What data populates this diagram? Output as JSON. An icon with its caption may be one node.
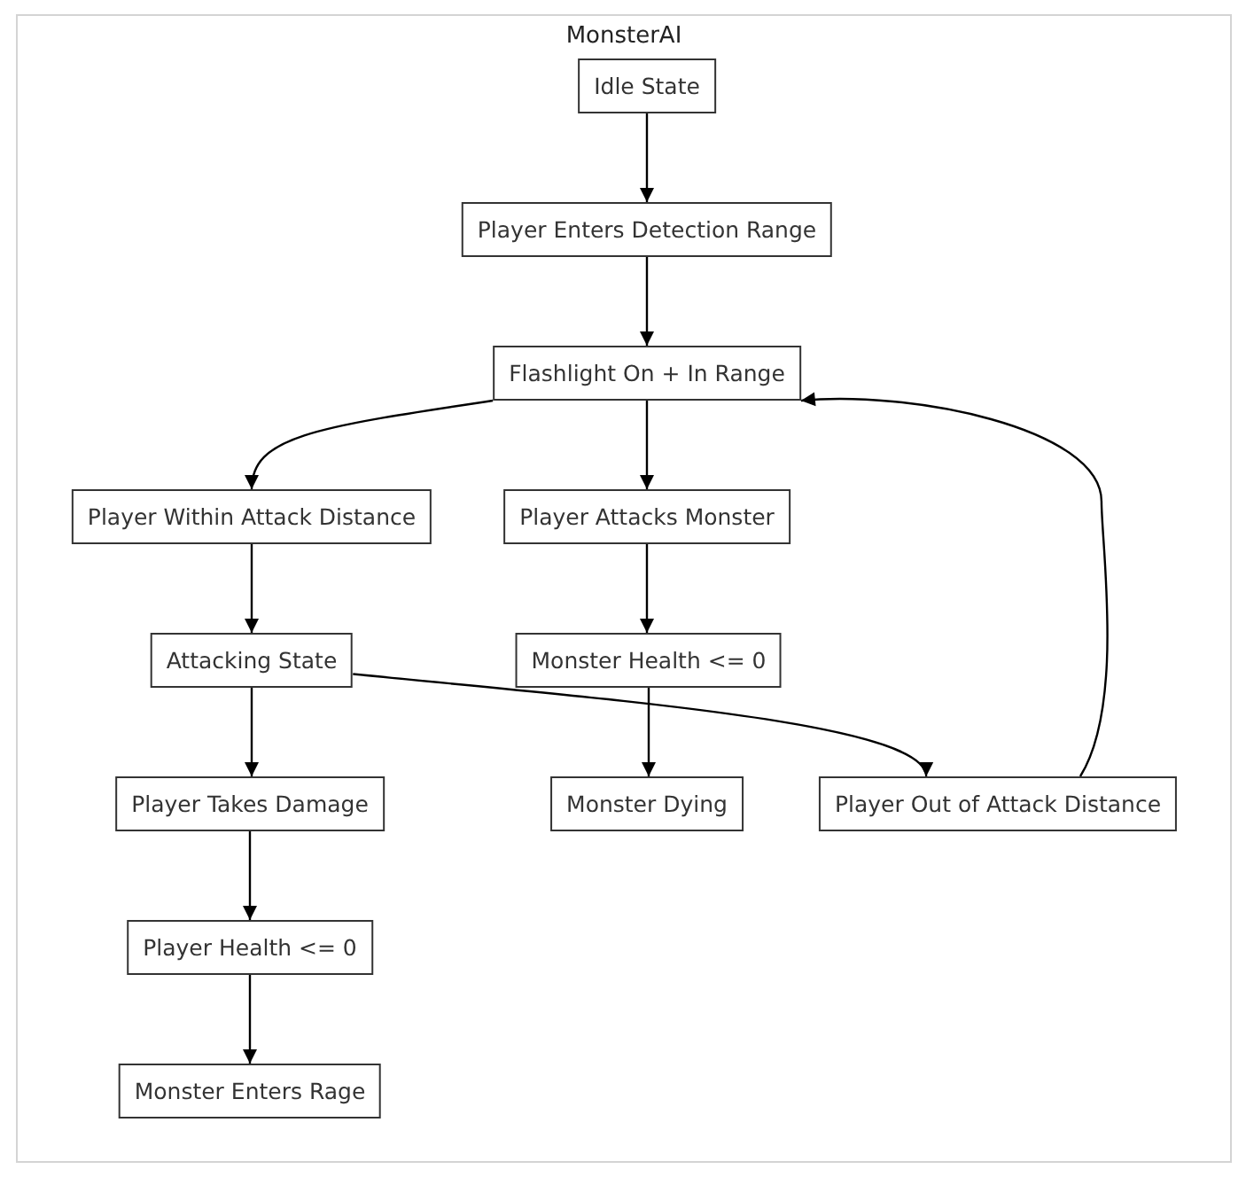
{
  "diagram": {
    "nodes": [
      {
        "text": [
          "MonsterAI"
        ]
      },
      {
        "text": [
          "Idle State"
        ],
        "in": 0
      },
      {
        "text": [
          "Player Enters Detection Range"
        ],
        "in": 0
      },
      {
        "text": [
          "Flashlight On + In Range"
        ],
        "in": 0
      },
      {
        "text": [
          "Player Within Attack Distance"
        ],
        "in": 0
      },
      {
        "text": [
          "Player Attacks Monster"
        ],
        "in": 0
      },
      {
        "text": [
          "Attacking State"
        ],
        "in": 0
      },
      {
        "text": [
          "Monster Health <= 0"
        ],
        "in": 0
      },
      {
        "text": [
          "Player Takes Damage"
        ],
        "in": 0
      },
      {
        "text": [
          "Monster Dying"
        ],
        "in": 0
      },
      {
        "text": [
          "Player Out of Attack Distance"
        ],
        "in": 0
      },
      {
        "text": [
          "Player Health <= 0"
        ],
        "in": 0
      },
      {
        "text": [
          "Monster Enters Rage"
        ],
        "in": 0
      }
    ],
    "edges": [
      {
        "from": 1,
        "to": 2,
        "arrow": "to"
      },
      {
        "from": 2,
        "to": 3,
        "arrow": "to"
      },
      {
        "from": 3,
        "to": 4,
        "arrow": "to"
      },
      {
        "from": 3,
        "to": 5,
        "arrow": "to"
      },
      {
        "from": 4,
        "to": 6,
        "arrow": "to"
      },
      {
        "from": 5,
        "to": 7,
        "arrow": "to"
      },
      {
        "from": 6,
        "to": 8,
        "arrow": "to"
      },
      {
        "from": 6,
        "to": 10,
        "arrow": "to"
      },
      {
        "from": 7,
        "to": 9,
        "arrow": "to"
      },
      {
        "from": 8,
        "to": 11,
        "arrow": "to"
      },
      {
        "from": 11,
        "to": 12,
        "arrow": "to"
      },
      {
        "from": 10,
        "to": 3,
        "arrow": "to"
      }
    ]
  }
}
